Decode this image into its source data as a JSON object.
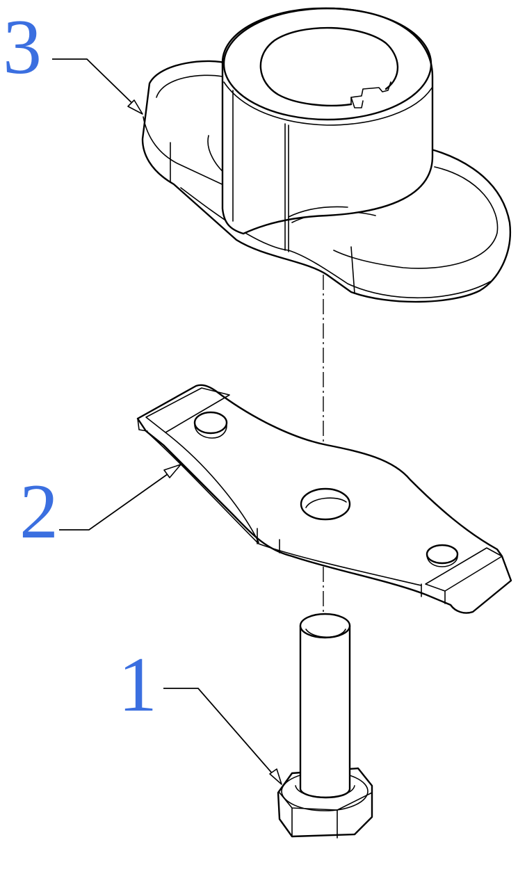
{
  "callouts": [
    {
      "id": "3",
      "label": "3"
    },
    {
      "id": "2",
      "label": "2"
    },
    {
      "id": "1",
      "label": "1"
    }
  ],
  "colors": {
    "callout": "#3b6fe0",
    "line": "#000000",
    "background": "#ffffff"
  }
}
